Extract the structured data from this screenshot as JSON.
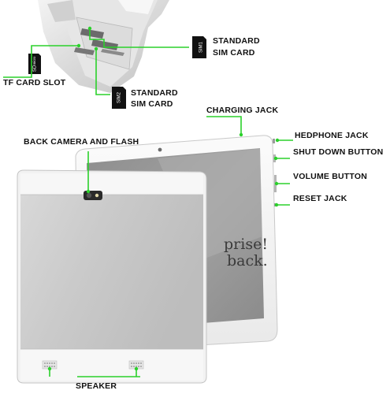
{
  "labels": {
    "standard_sim_card_top": [
      "STANDARD",
      "SIM CARD"
    ],
    "tf_card_slot": "TF CARD SLOT",
    "standard_sim_card_bottom": [
      "STANDARD",
      "SIM CARD"
    ],
    "charging_jack": "CHARGING JACK",
    "headphone_jack": "HEDPHONE JACK",
    "shut_down_button": "SHUT DOWN BUTTON",
    "volume_button": "VOLUME BUTTON",
    "reset_jack": "RESET JACK",
    "back_camera_and_flash": "BACK CAMERA AND FLASH",
    "speaker": "SPEAKER"
  },
  "chip_labels": {
    "sim1": "SIM1",
    "sim2": "SIM2",
    "sd_top": "micro",
    "sd_bottom": "SD"
  },
  "screen_watermark": [
    "prise!",
    "back."
  ],
  "colors": {
    "callout_line": "#2bd12b",
    "text": "#111111",
    "tablet_back": "#cfcfcf",
    "tablet_frame": "#f4f4f4",
    "screen": "#9a9a9a"
  }
}
